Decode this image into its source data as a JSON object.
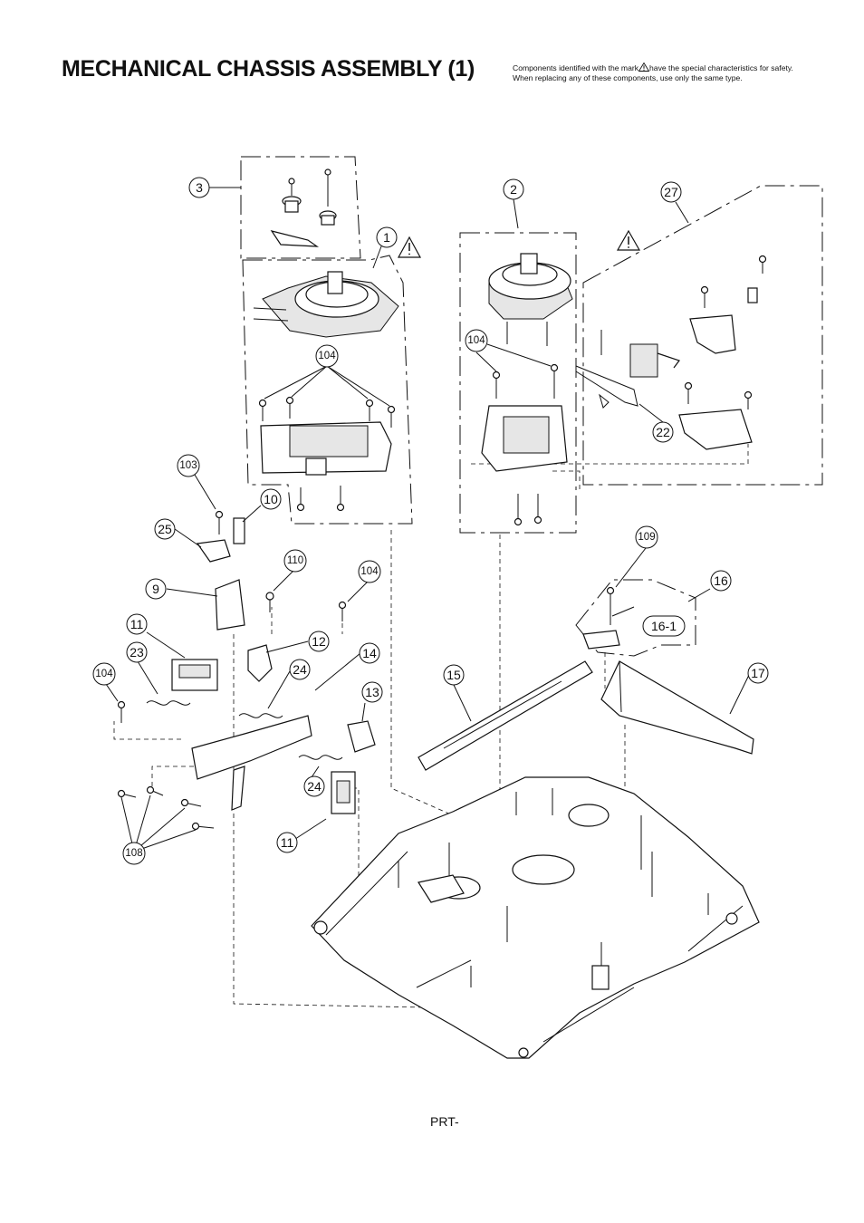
{
  "header": {
    "title": "MECHANICAL CHASSIS ASSEMBLY (1)",
    "safety_line1_a": "Components identified with the mark",
    "safety_line1_b": "have the special characteristics for safety.",
    "safety_line2": "When replacing any of these components, use only the same type.",
    "warning_icon": "warning-triangle-icon"
  },
  "footer": {
    "page_label": "PRT-"
  },
  "callouts": {
    "c1": "1",
    "c2": "2",
    "c3": "3",
    "c9": "9",
    "c10": "10",
    "c11a": "11",
    "c11b": "11",
    "c12": "12",
    "c13": "13",
    "c14": "14",
    "c15": "15",
    "c16": "16",
    "c16_1": "16-1",
    "c17": "17",
    "c22": "22",
    "c23": "23",
    "c24a": "24",
    "c24b": "24",
    "c25": "25",
    "c27": "27",
    "c103": "103",
    "c104a": "104",
    "c104b": "104",
    "c104c": "104",
    "c104d": "104",
    "c108": "108",
    "c109": "109",
    "c110": "110"
  }
}
